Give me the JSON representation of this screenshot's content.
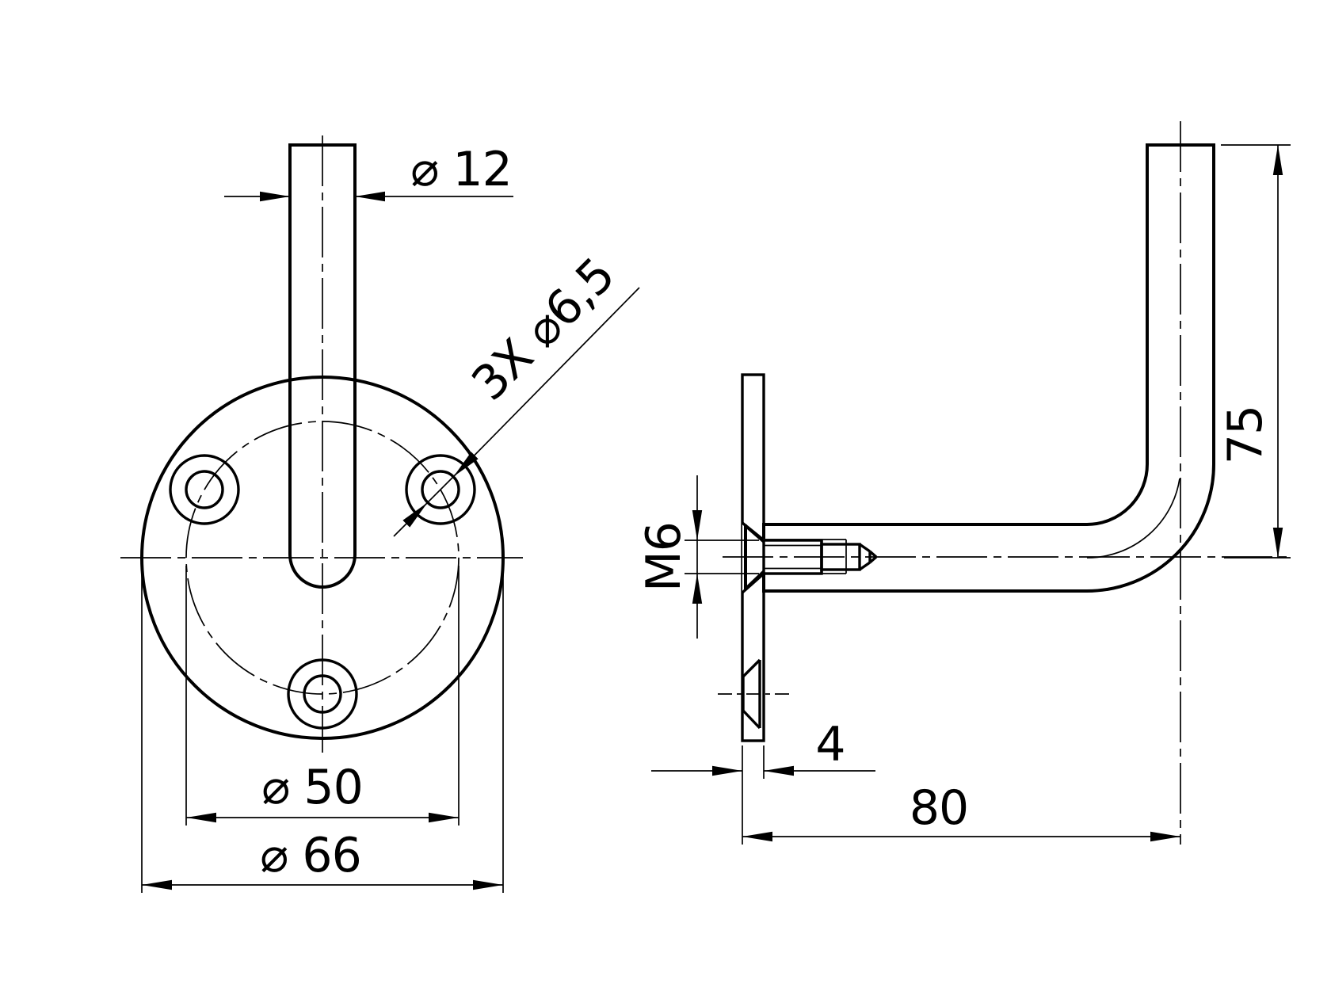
{
  "drawing": {
    "type": "technical-drawing",
    "part": "handrail-bracket",
    "background_color": "#ffffff",
    "line_color": "#000000",
    "front_view": {
      "post_diameter": "⌀ 12",
      "hole_callout": "3X ⌀6,5",
      "bolt_circle_diameter": "⌀ 50",
      "flange_diameter": "⌀ 66"
    },
    "side_view": {
      "arm_height": "75",
      "arm_reach": "80",
      "plate_thickness": "4",
      "screw_thread": "M6"
    }
  }
}
